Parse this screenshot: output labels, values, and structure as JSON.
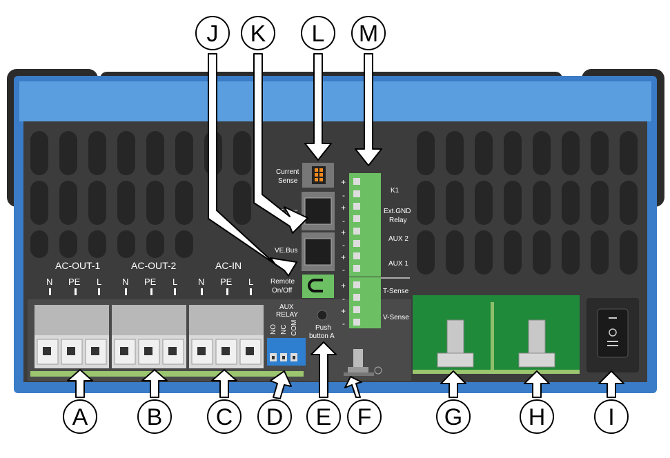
{
  "callouts": [
    "A",
    "B",
    "C",
    "D",
    "E",
    "F",
    "G",
    "H",
    "I",
    "J",
    "K",
    "L",
    "M"
  ],
  "terminal_groups": [
    {
      "name": "AC-OUT-1",
      "pins": [
        "N",
        "PE",
        "L"
      ]
    },
    {
      "name": "AC-OUT-2",
      "pins": [
        "N",
        "PE",
        "L"
      ]
    },
    {
      "name": "AC-IN",
      "pins": [
        "N",
        "PE",
        "L"
      ]
    }
  ],
  "aux_relay": {
    "line1": "AUX",
    "line2": "RELAY",
    "pins": [
      "NO",
      "NC",
      "COM"
    ]
  },
  "connectors": {
    "current_sense_1": "Current",
    "current_sense_2": "Sense",
    "vebus_1": "VE.Bus",
    "vebus_2": "VE.Bus",
    "remote_1": "Remote",
    "remote_2": "On/Off",
    "push_1": "Push",
    "push_2": "button A"
  },
  "right_terminal": {
    "signs": [
      "+",
      "-",
      "+",
      "-",
      "+",
      "-",
      "+",
      "-",
      "+",
      "-",
      "+",
      "-"
    ],
    "k1": "K1",
    "extgnd_1": "Ext.GND",
    "extgnd_2": "Relay",
    "aux2": "AUX 2",
    "aux1": "AUX 1",
    "tsense": "T-Sense",
    "vsense": "V-Sense"
  },
  "colors": {
    "housing_blue": "#4a8fd6",
    "panel": "#3c3c3c",
    "terminal_green": "#6cc063",
    "pcb_green": "#1f8a3a",
    "relay_blue": "#2f7fd0"
  }
}
